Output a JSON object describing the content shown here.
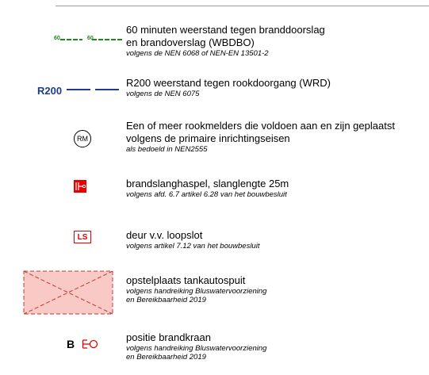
{
  "legend": {
    "wbdbo": {
      "symbol_text": "60",
      "title_line1": "60 minuten weerstand tegen branddoorslag",
      "title_line2": "en brandoverslag (WBDBO)",
      "note": "volgens de NEN 6068 of NEN-EN 13501-2",
      "color": "#1a8a1a"
    },
    "wrd": {
      "symbol_text": "R200",
      "title": "R200 weerstand tegen rookdoorgang (WRD)",
      "note": "volgens de NEN 6075",
      "color": "#1f3c8f"
    },
    "rookmelder": {
      "symbol_text": "RM",
      "title_line1": "Een of meer rookmelders die voldoen aan en zijn geplaatst",
      "title_line2": "volgens de primaire inrichtingseisen",
      "note": "als bedoeld in NEN2555"
    },
    "slanghaspel": {
      "title": "brandslanghaspel, slanglengte 25m",
      "note": "volgens afd. 6.7 artikel 6.28 van het bouwbesluit",
      "color": "#e60000"
    },
    "loopslot": {
      "symbol_text": "LS",
      "title": "deur v.v. loopslot",
      "note": "volgens artikel 7.12 van het bouwbesluit",
      "color": "#e60000"
    },
    "opstelplaats": {
      "title": "opstelplaats tankautospuit",
      "note_line1": "volgens handreiking Bluswatervoorziening",
      "note_line2": "en Bereikbaarheid 2019",
      "color": "#f9c9c6"
    },
    "brandkraan": {
      "symbol_text": "B",
      "title": "positie brandkraan",
      "note_line1": "volgens handreiking Bluswatervoorziening",
      "note_line2": "en Bereikbaarheid 2019",
      "color": "#e60000"
    }
  }
}
